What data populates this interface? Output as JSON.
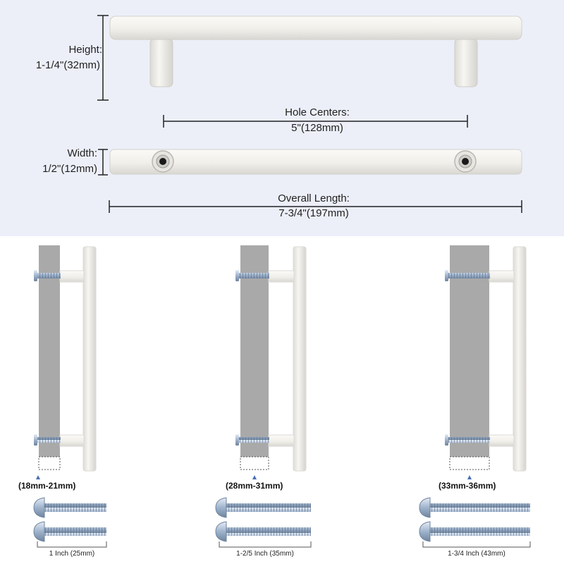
{
  "dimensions": {
    "height": {
      "label": "Height:",
      "value": "1-1/4\"(32mm)"
    },
    "hole_centers": {
      "label": "Hole Centers:",
      "value": "5\"(128mm)"
    },
    "width": {
      "label": "Width:",
      "value": "1/2\"(12mm)"
    },
    "overall_length": {
      "label": "Overall Length:",
      "value": "7-3/4\"(197mm)"
    }
  },
  "installations": [
    {
      "thickness": "(18mm-21mm)",
      "screw": "1 Inch (25mm)"
    },
    {
      "thickness": "(28mm-31mm)",
      "screw": "1-2/5 Inch (35mm)"
    },
    {
      "thickness": "(33mm-36mm)",
      "screw": "1-3/4 Inch (43mm)"
    }
  ],
  "colors": {
    "panel": "#eceff8",
    "door": "#a9a9a9",
    "handle": "#f4f2ee",
    "screw": "#b8c8dc",
    "marker": "#4a6fb5"
  }
}
